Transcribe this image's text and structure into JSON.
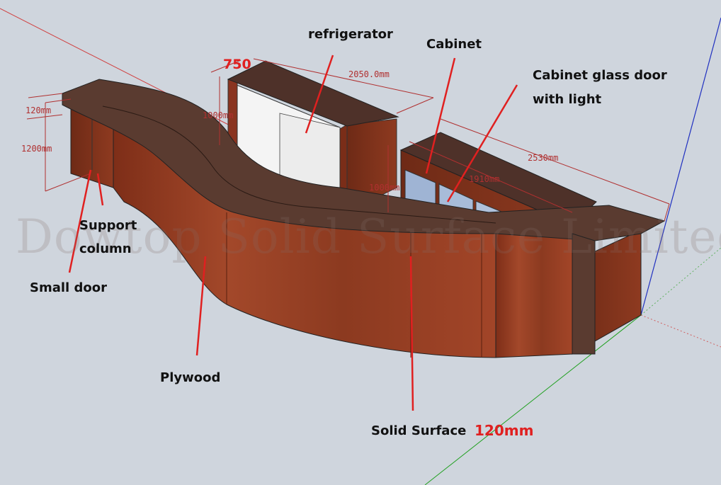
{
  "labels": {
    "refrigerator": "refrigerator",
    "cabinet": "Cabinet",
    "glass_door_line1": "Cabinet glass door",
    "glass_door_line2": "with light",
    "support_line1": "Support",
    "support_line2": "column",
    "small_door": "Small door",
    "plywood": "Plywood",
    "solid_surface": "Solid Surface",
    "solid_surface_size": "120mm"
  },
  "dimensions": {
    "depth_750": "750",
    "fridge_length": "2050.0mm",
    "left_height": "1000mm",
    "top_thickness": "120mm",
    "total_height": "1200mm",
    "cabinet_height": "1000mm",
    "cabinet_length": "1910mm",
    "right_length": "2530mm"
  },
  "watermark": "Dowtop Solid Surface Limited",
  "colors": {
    "background": "#cfd5dd",
    "countertop": "#5a3b30",
    "wood": "#9a3f24",
    "leader_red": "#e02020",
    "dim_red": "#b03030"
  }
}
